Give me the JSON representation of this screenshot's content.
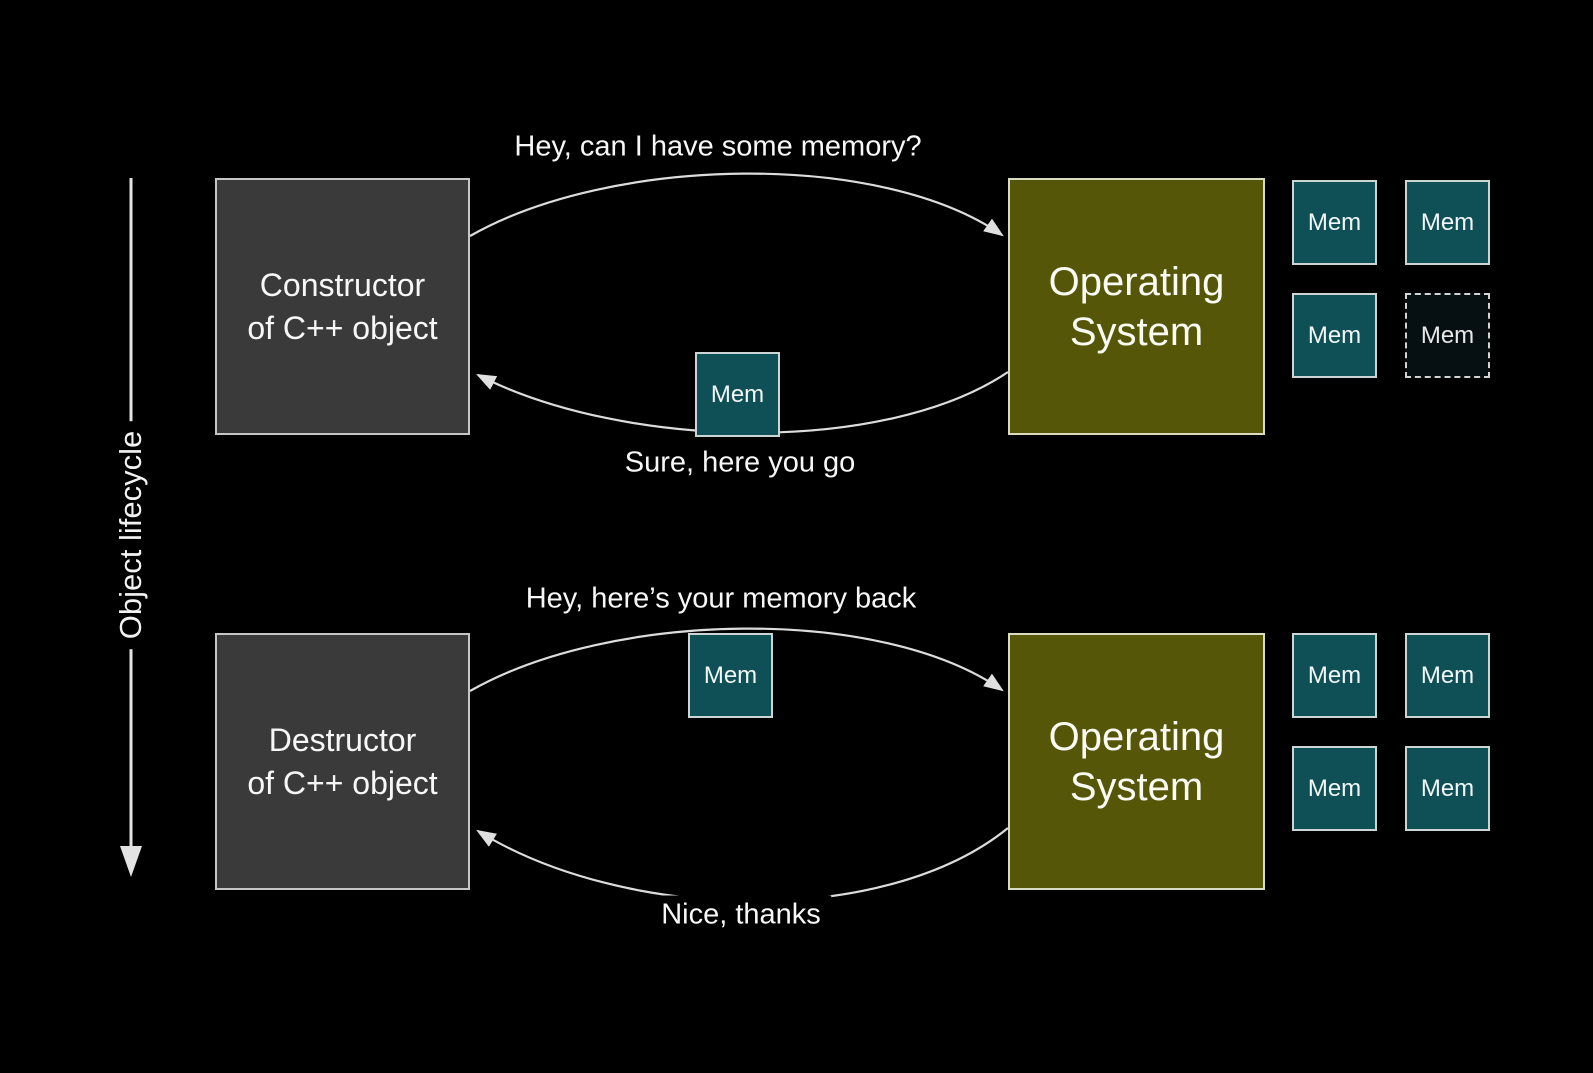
{
  "axis": {
    "label": "Object lifecycle"
  },
  "steps": [
    {
      "name": "allocation",
      "actor_box": {
        "line1": "Constructor",
        "line2": "of C++ object"
      },
      "os_box": {
        "line1": "Operating",
        "line2": "System"
      },
      "request_label": "Hey, can I have some memory?",
      "response_label": "Sure, here you go",
      "transfer_chip": {
        "label": "Mem"
      },
      "os_memory": [
        {
          "label": "Mem",
          "state": "owned"
        },
        {
          "label": "Mem",
          "state": "owned"
        },
        {
          "label": "Mem",
          "state": "owned"
        },
        {
          "label": "Mem",
          "state": "lent-out"
        }
      ]
    },
    {
      "name": "deallocation",
      "actor_box": {
        "line1": "Destructor",
        "line2": "of C++ object"
      },
      "os_box": {
        "line1": "Operating",
        "line2": "System"
      },
      "request_label": "Hey, here’s your memory back",
      "response_label": "Nice, thanks",
      "transfer_chip": {
        "label": "Mem"
      },
      "os_memory": [
        {
          "label": "Mem",
          "state": "owned"
        },
        {
          "label": "Mem",
          "state": "owned"
        },
        {
          "label": "Mem",
          "state": "owned"
        },
        {
          "label": "Mem",
          "state": "owned"
        }
      ]
    }
  ],
  "colors": {
    "background": "#000000",
    "actor_box_fill": "#3a3a3a",
    "os_box_fill": "#565608",
    "memory_fill": "#0e5056",
    "arrow": "#dcdcdc",
    "text": "#f5f5f5"
  }
}
